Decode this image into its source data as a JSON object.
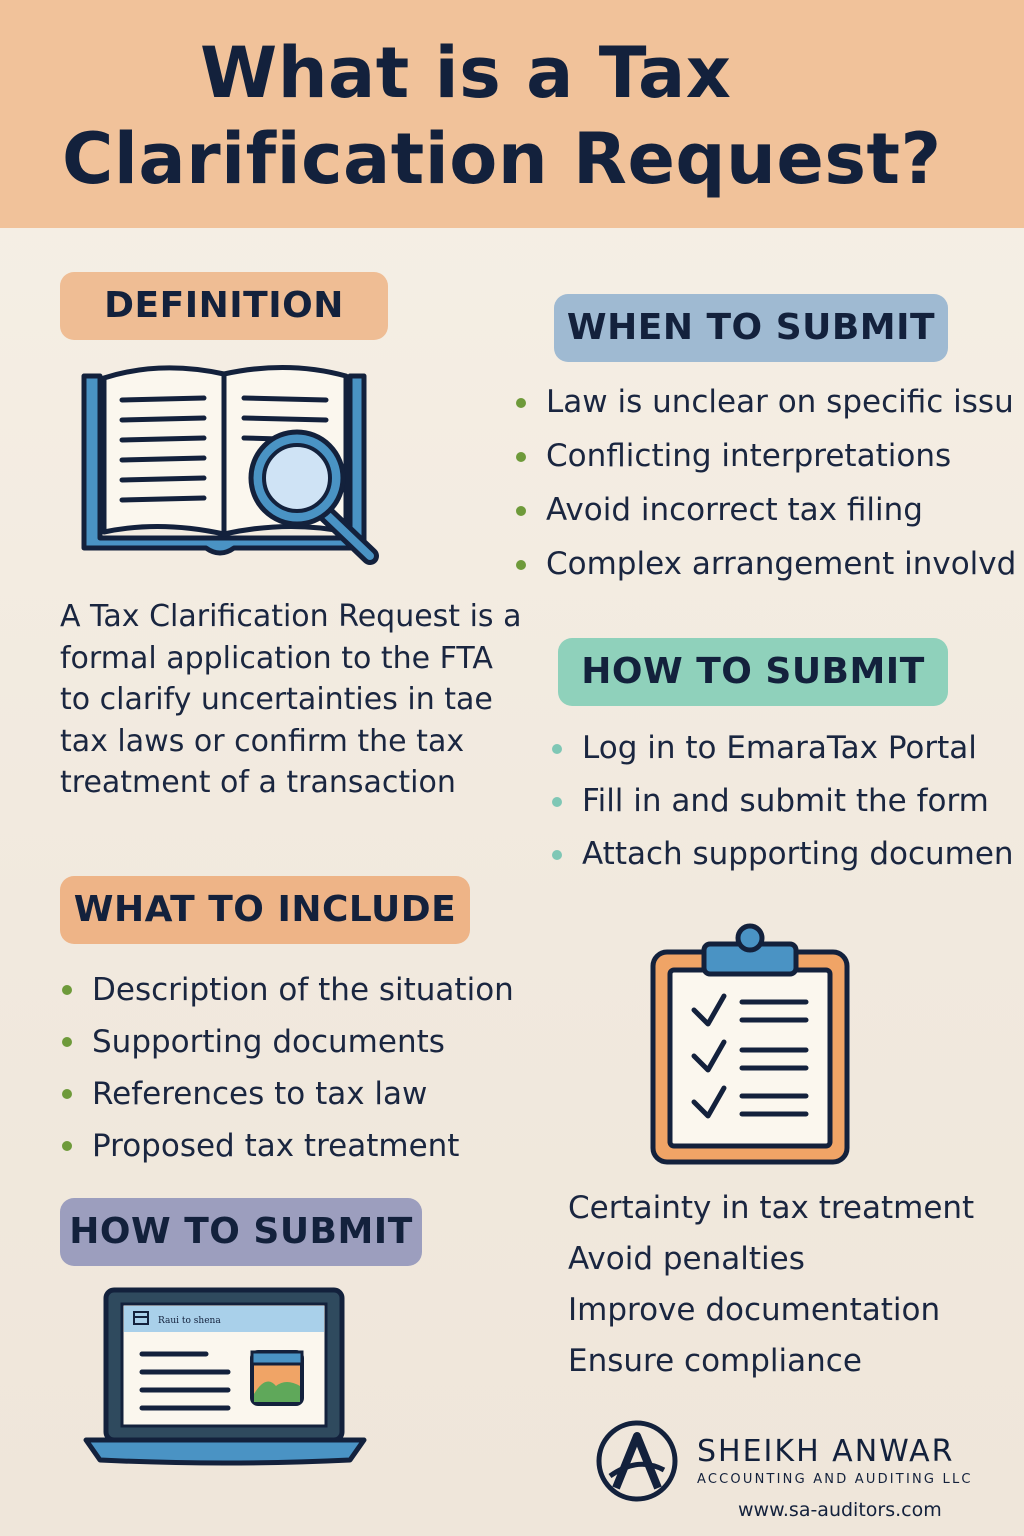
{
  "header": {
    "title_line1": "What is a Tax",
    "title_line2": "Clarification Request?"
  },
  "definition": {
    "heading": "DEFINITION",
    "icon": "book-magnifier-icon",
    "text": "A Tax Clarification Request is a formal application to the FTA to clarify uncertainties in tae tax laws or confirm the tax treatment of a transaction"
  },
  "when_to_submit": {
    "heading": "WHEN TO SUBMIT",
    "items": [
      "Law is unclear on specific issu",
      "Conflicting interpretations",
      "Avoid incorrect tax filing",
      "Complex arrangement involvd"
    ]
  },
  "how_to_submit": {
    "heading": "HOW TO SUBMIT",
    "items": [
      "Log in to EmaraTax Portal",
      "Fill in and submit the form",
      "Attach supporting documen"
    ]
  },
  "what_to_include": {
    "heading": "WHAT TO INCLUDE",
    "items": [
      "Description of the situation",
      "Supporting documents",
      "References to tax law",
      "Proposed tax treatment"
    ]
  },
  "how_to_submit_2": {
    "heading": "HOW TO SUBMIT",
    "icon": "laptop-icon",
    "screen_text": "Raui to shena"
  },
  "benefits": {
    "icon": "clipboard-checklist-icon",
    "items": [
      "Certainty in tax treatment",
      "Avoid penalties",
      "Improve documentation",
      "Ensure compliance"
    ]
  },
  "brand": {
    "name": "SHEIKH ANWAR",
    "subtitle": "ACCOUNTING AND AUDITING LLC",
    "website": "www.sa-auditors.com",
    "icon": "sa-logo-icon"
  },
  "colors": {
    "header_bg": "#f1c29a",
    "navy": "#13213c",
    "book_blue": "#4a93c4",
    "clipboard_orange": "#f0a466",
    "bullet_green": "#6e9a3a",
    "bullet_teal": "#7fc7b5"
  }
}
